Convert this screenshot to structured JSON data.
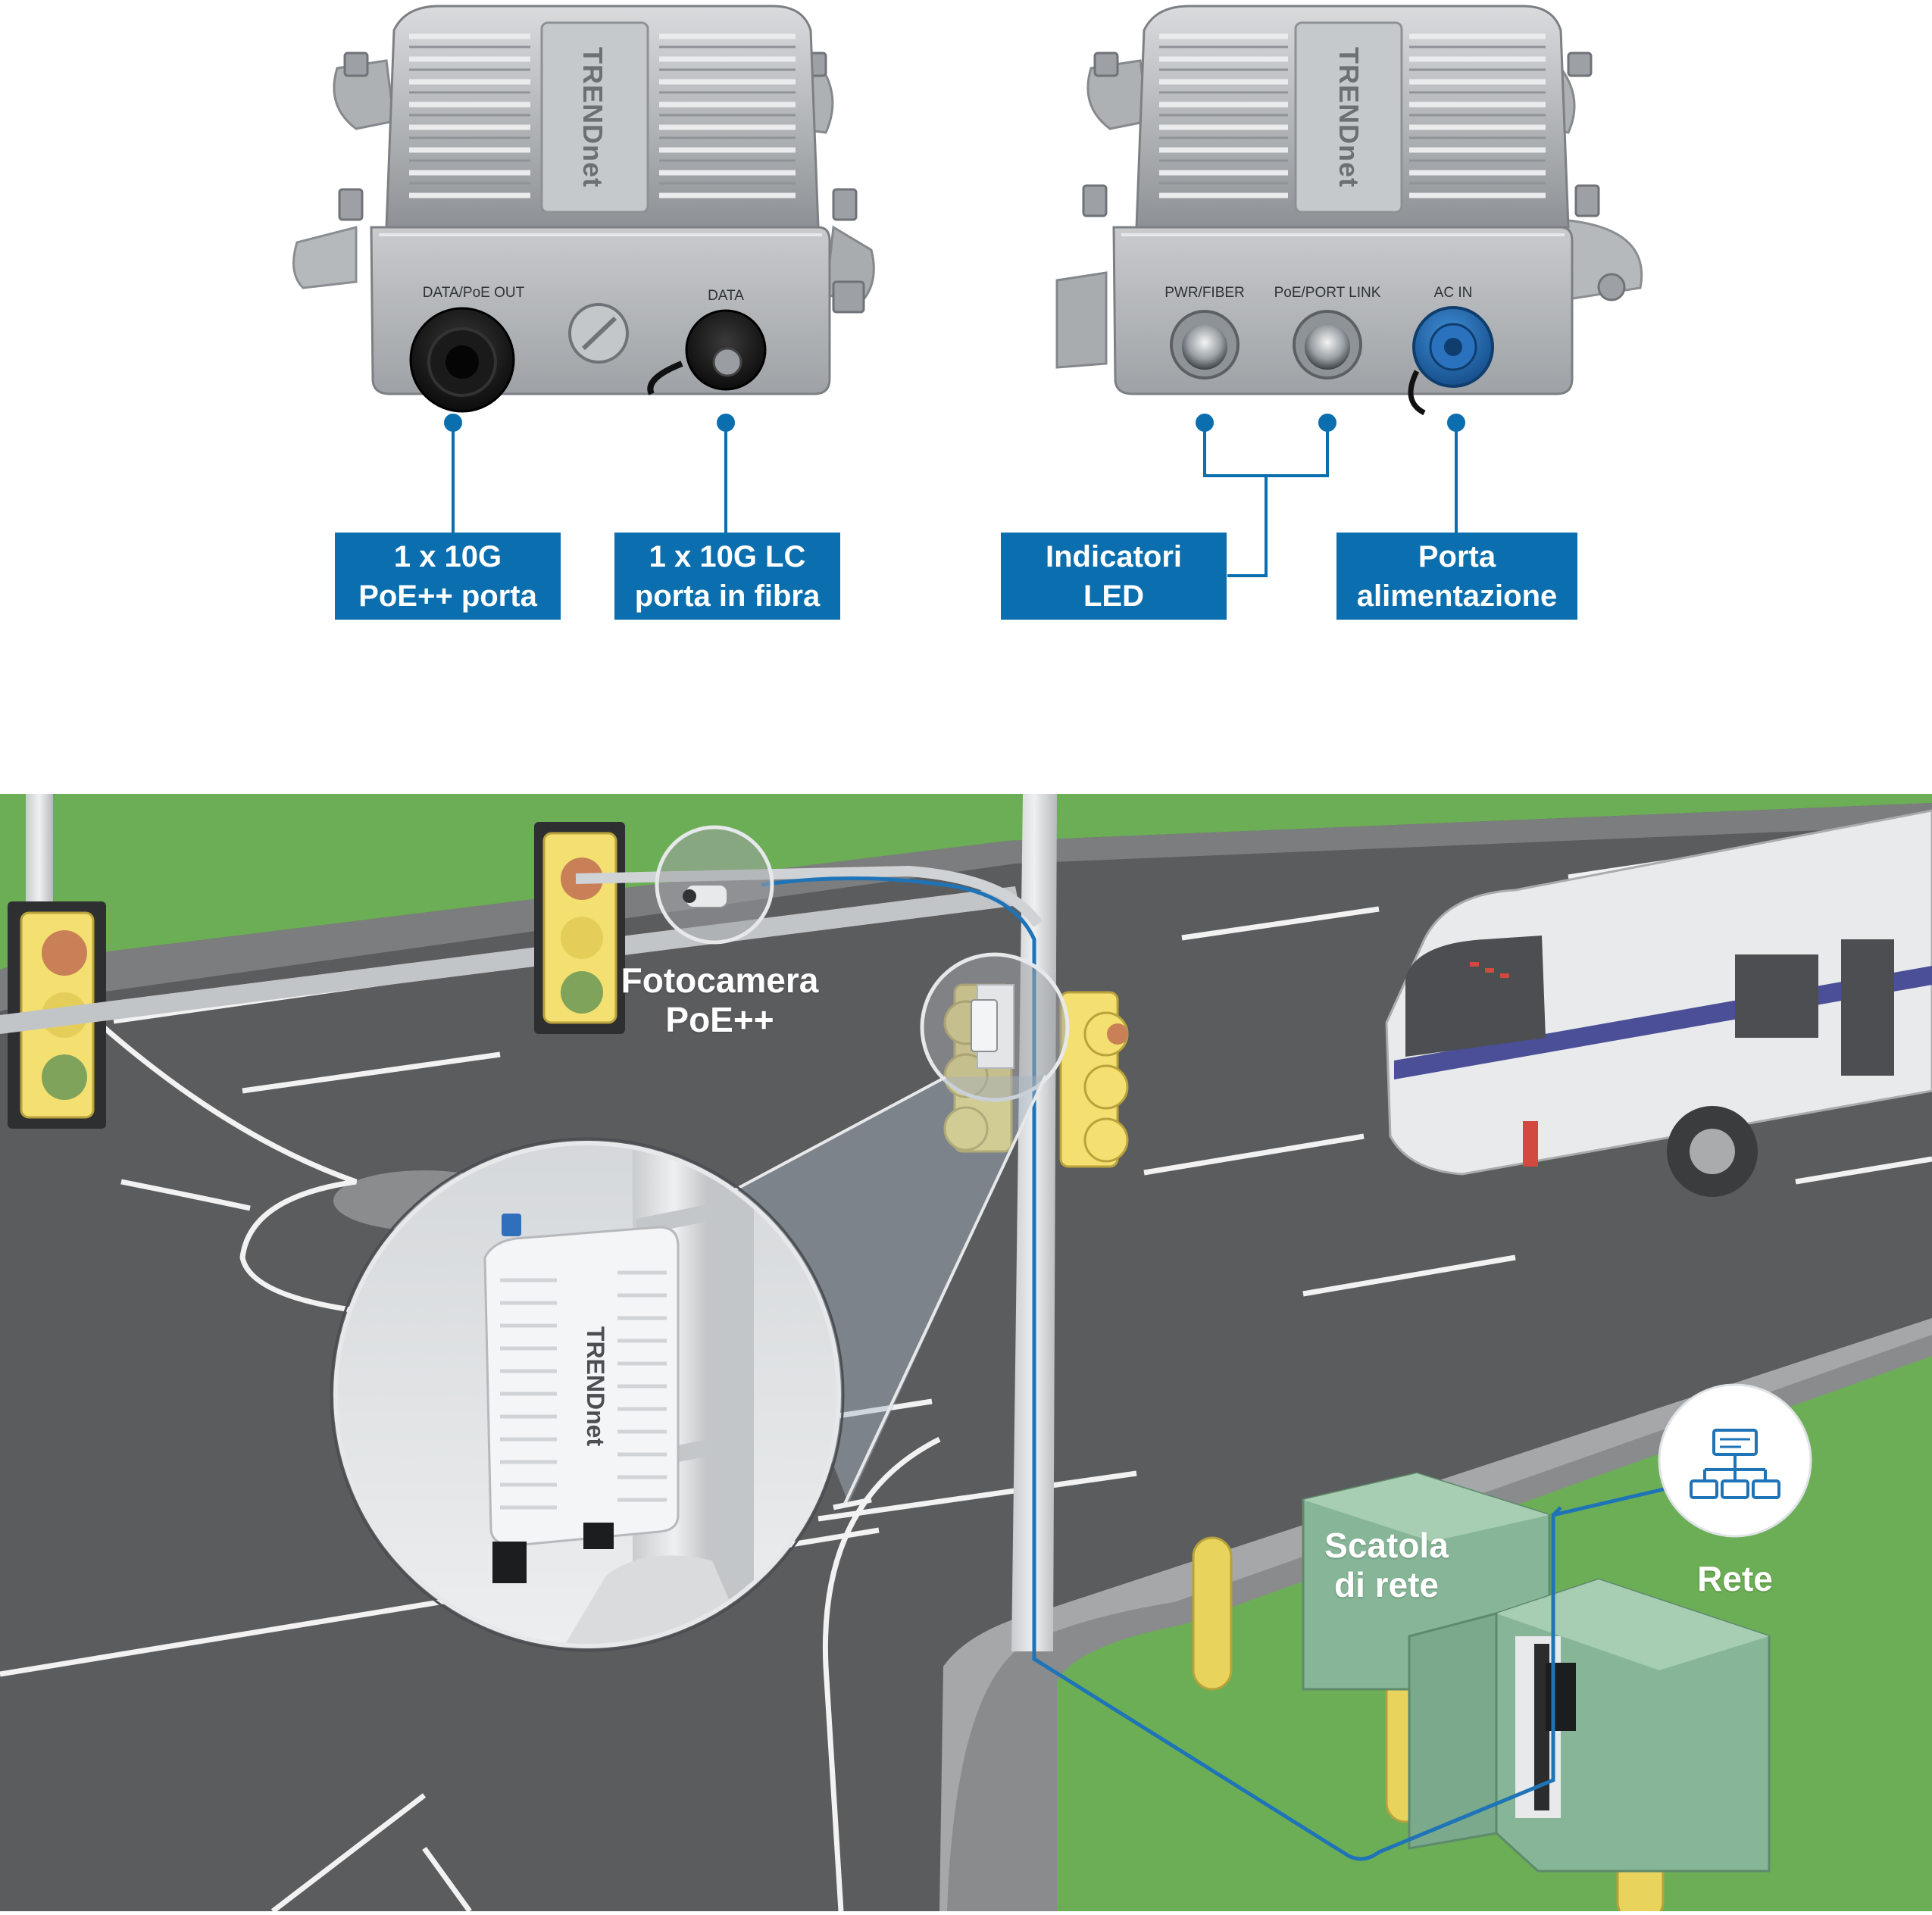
{
  "device_front": {
    "brand": "TRENDnet",
    "port_labels": [
      "DATA/PoE OUT",
      "DATA"
    ]
  },
  "device_back": {
    "brand": "TRENDnet",
    "port_labels": [
      "PWR/FIBER",
      "PoE/PORT LINK",
      "AC IN"
    ]
  },
  "callouts": [
    {
      "line1": "1 x 10G",
      "line2": "PoE++ porta"
    },
    {
      "line1": "1 x 10G LC",
      "line2": "porta in fibra"
    },
    {
      "line1": "Indicatori",
      "line2": "LED"
    },
    {
      "line1": "Porta",
      "line2": "alimentazione"
    }
  ],
  "scene": {
    "camera_label": {
      "line1": "Fotocamera",
      "line2": "PoE++"
    },
    "cabinet_label": {
      "line1": "Scatola",
      "line2": "di rete"
    },
    "network_label": "Rete",
    "network_icon": "network-topology-icon"
  },
  "colors": {
    "accent_blue": "#0b6eaf",
    "asphalt": "#5b5c5e",
    "grass": "#6cae55",
    "cabinet": "#86b697",
    "signal_yellow": "#f3e070",
    "bus_stripe": "#4a4f97",
    "connector_blue": "#1d5fa3"
  }
}
